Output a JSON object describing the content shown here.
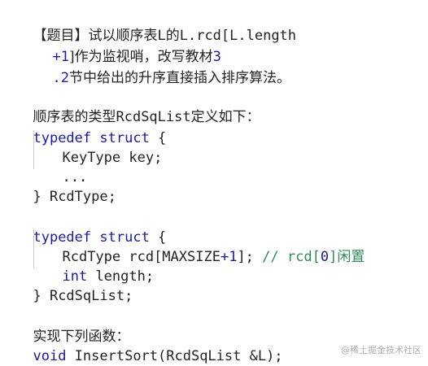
{
  "problem": {
    "line1": {
      "prefix": "【题目】试以顺序表",
      "l1": "L",
      "mid": "的",
      "code": "L.rcd[L.length"
    },
    "line2": {
      "num": "+1",
      "text": "]作为监视哨，改写教材",
      "ref": "3"
    },
    "line3": {
      "ref": ".2",
      "text": "节中给出的升序直接插入排序算法。"
    }
  },
  "type_intro": {
    "prefix": "顺序表的类型",
    "name": "RcdSqList",
    "suffix": "定义如下："
  },
  "struct1": {
    "kw1": "typedef",
    "kw2": "struct",
    "brace": " {",
    "field1": "KeyType key;",
    "ellipsis": "...",
    "close": "} RcdType;"
  },
  "struct2": {
    "kw1": "typedef",
    "kw2": "struct",
    "brace": " {",
    "field1_type": "RcdType rcd[MAXSIZE",
    "field1_plus": "+1",
    "field1_end": "];",
    "comment_code": "// rcd[",
    "comment_num": "0",
    "comment_close": "]",
    "comment_text": "闲置",
    "field2_kw": "int",
    "field2_rest": " length;",
    "close": "} RcdSqList;"
  },
  "implement": {
    "label": "实现下列函数：",
    "sig_kw": "void",
    "sig_rest": " InsertSort(RcdSqList &L);"
  },
  "watermark": "@稀土掘金技术社区"
}
